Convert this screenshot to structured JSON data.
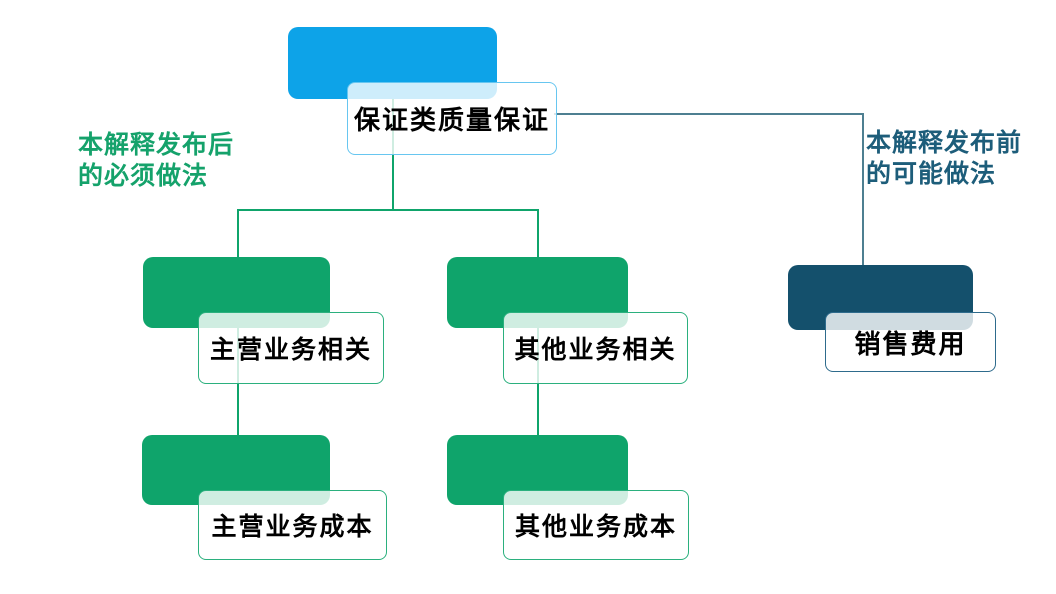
{
  "diagram": {
    "root_node": {
      "label": "保证类质量保证"
    },
    "nodes": {
      "main_related": {
        "label": "主营业务相关"
      },
      "other_related": {
        "label": "其他业务相关"
      },
      "main_cost": {
        "label": "主营业务成本"
      },
      "other_cost": {
        "label": "其他业务成本"
      },
      "selling_expense": {
        "label": "销售费用"
      }
    },
    "left_note": {
      "line1": "本解释发布后",
      "line2": "的必须做法"
    },
    "right_note": {
      "line1": "本解释发布前",
      "line2": "的可能做法"
    },
    "colors": {
      "blue": "#0DA3E8",
      "green": "#0FA46B",
      "dark_teal": "#14506C",
      "green_line": "#0FA46B",
      "teal_line": "#4E7F91",
      "light_blue_border": "#67C6F0",
      "green_border": "#2BB07E",
      "dark_border": "#2E6B8C",
      "green_text": "#15A26B",
      "dark_text": "#1D5D7A"
    }
  }
}
